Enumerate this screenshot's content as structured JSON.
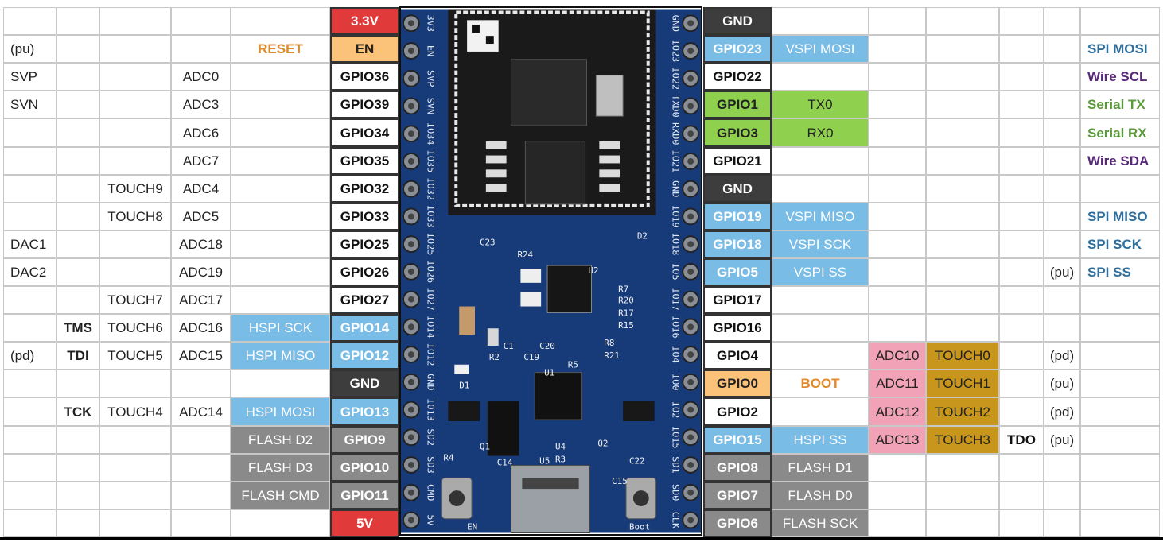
{
  "colors": {
    "pink_adc": "#f2a2b6",
    "touch_orange": "#c8961c",
    "blue_spi": "#79bce6",
    "gray_flash": "#8a8a8a",
    "gnd_dark": "#3d3d3d",
    "red_power": "#e03a3a",
    "en_orange": "#fbc27a",
    "green_uart": "#8fd14f",
    "reset_boot_text": "#e08a2a",
    "spi_text": "#2f6f9e",
    "wire_text": "#5a2a7a",
    "serial_text": "#5a9a3a",
    "board_blue": "#173a78"
  },
  "board": {
    "component_labels": [
      "D2",
      "R24",
      "U2",
      "R7",
      "R20",
      "R17",
      "R15",
      "R8",
      "R21",
      "C1",
      "C19",
      "C20",
      "C23",
      "D1",
      "R2",
      "R5",
      "U1",
      "Q1",
      "Q2",
      "C14",
      "R4",
      "C15",
      "R3",
      "U5",
      "U4",
      "C22"
    ],
    "left_silk": [
      "3V3",
      "EN",
      "SVP",
      "SVN",
      "IO34",
      "IO35",
      "IO32",
      "IO33",
      "IO25",
      "IO26",
      "IO27",
      "IO14",
      "IO12",
      "GND",
      "IO13",
      "SD2",
      "SD3",
      "CMD",
      "5V"
    ],
    "right_silk": [
      "GND",
      "IO23",
      "IO22",
      "TXD0",
      "RXD0",
      "IO21",
      "GND",
      "IO19",
      "IO18",
      "IO5",
      "IO17",
      "IO16",
      "IO4",
      "IO0",
      "IO2",
      "IO15",
      "SD1",
      "SD0",
      "CLK"
    ],
    "bottom_silk": [
      "EN",
      "Boot"
    ]
  },
  "left": [
    {
      "c0": "",
      "c1": "",
      "c2": "",
      "c3": "",
      "c4": "",
      "pin": "3.3V",
      "pin_style": "power"
    },
    {
      "c0": "(pu)",
      "c1": "",
      "c2": "",
      "c3": "",
      "c4": "RESET",
      "c4_style": "reset",
      "pin": "EN",
      "pin_style": "en"
    },
    {
      "c0": "SVP",
      "c1": "",
      "c2": "",
      "c3": "ADC0",
      "c4": "",
      "pin": "GPIO36"
    },
    {
      "c0": "SVN",
      "c1": "",
      "c2": "",
      "c3": "ADC3",
      "c4": "",
      "pin": "GPIO39"
    },
    {
      "c0": "",
      "c1": "",
      "c2": "",
      "c3": "ADC6",
      "c4": "",
      "pin": "GPIO34"
    },
    {
      "c0": "",
      "c1": "",
      "c2": "",
      "c3": "ADC7",
      "c4": "",
      "pin": "GPIO35"
    },
    {
      "c0": "",
      "c1": "",
      "c2": "TOUCH9",
      "c3": "ADC4",
      "c4": "",
      "pin": "GPIO32"
    },
    {
      "c0": "",
      "c1": "",
      "c2": "TOUCH8",
      "c3": "ADC5",
      "c4": "",
      "pin": "GPIO33"
    },
    {
      "c0": "DAC1",
      "c1": "",
      "c2": "",
      "c3": "ADC18",
      "c4": "",
      "pin": "GPIO25"
    },
    {
      "c0": "DAC2",
      "c1": "",
      "c2": "",
      "c3": "ADC19",
      "c4": "",
      "pin": "GPIO26"
    },
    {
      "c0": "",
      "c1": "",
      "c2": "TOUCH7",
      "c3": "ADC17",
      "c4": "",
      "pin": "GPIO27"
    },
    {
      "c0": "",
      "c1": "TMS",
      "c2": "TOUCH6",
      "c3": "ADC16",
      "c4": "HSPI SCK",
      "c4_style": "spi",
      "pin": "GPIO14",
      "pin_style": "spi"
    },
    {
      "c0": "(pd)",
      "c1": "TDI",
      "c2": "TOUCH5",
      "c3": "ADC15",
      "c4": "HSPI MISO",
      "c4_style": "spi",
      "pin": "GPIO12",
      "pin_style": "spi"
    },
    {
      "c0": "",
      "c1": "",
      "c2": "",
      "c3": "",
      "c4": "",
      "pin": "GND",
      "pin_style": "gnd"
    },
    {
      "c0": "",
      "c1": "TCK",
      "c2": "TOUCH4",
      "c3": "ADC14",
      "c4": "HSPI MOSI",
      "c4_style": "spi",
      "pin": "GPIO13",
      "pin_style": "spi"
    },
    {
      "c0": "",
      "c1": "",
      "c2": "",
      "c3": "",
      "c4": "FLASH D2",
      "c4_style": "flash",
      "pin": "GPIO9",
      "pin_style": "flash"
    },
    {
      "c0": "",
      "c1": "",
      "c2": "",
      "c3": "",
      "c4": "FLASH D3",
      "c4_style": "flash",
      "pin": "GPIO10",
      "pin_style": "flash"
    },
    {
      "c0": "",
      "c1": "",
      "c2": "",
      "c3": "",
      "c4": "FLASH CMD",
      "c4_style": "flash",
      "pin": "GPIO11",
      "pin_style": "flash"
    },
    {
      "c0": "",
      "c1": "",
      "c2": "",
      "c3": "",
      "c4": "",
      "pin": "5V",
      "pin_style": "power"
    }
  ],
  "right": [
    {
      "pin": "GND",
      "pin_style": "gnd",
      "f1": "",
      "f2": "",
      "f3": "",
      "f4": "",
      "f5": "",
      "f6": ""
    },
    {
      "pin": "GPIO23",
      "pin_style": "spi",
      "f1": "VSPI MOSI",
      "f1_style": "spi",
      "f2": "",
      "f3": "",
      "f4": "",
      "f5": "",
      "f6": "SPI MOSI",
      "f6_style": "spi_text"
    },
    {
      "pin": "GPIO22",
      "f1": "",
      "f2": "",
      "f3": "",
      "f4": "",
      "f5": "",
      "f6": "Wire SCL",
      "f6_style": "wire_text"
    },
    {
      "pin": "GPIO1",
      "pin_style": "uart",
      "f1": "TX0",
      "f1_style": "uart",
      "f2": "",
      "f3": "",
      "f4": "",
      "f5": "",
      "f6": "Serial TX",
      "f6_style": "serial_text"
    },
    {
      "pin": "GPIO3",
      "pin_style": "uart",
      "f1": "RX0",
      "f1_style": "uart",
      "f2": "",
      "f3": "",
      "f4": "",
      "f5": "",
      "f6": "Serial RX",
      "f6_style": "serial_text"
    },
    {
      "pin": "GPIO21",
      "f1": "",
      "f2": "",
      "f3": "",
      "f4": "",
      "f5": "",
      "f6": "Wire SDA",
      "f6_style": "wire_text"
    },
    {
      "pin": "GND",
      "pin_style": "gnd",
      "f1": "",
      "f2": "",
      "f3": "",
      "f4": "",
      "f5": "",
      "f6": ""
    },
    {
      "pin": "GPIO19",
      "pin_style": "spi",
      "f1": "VSPI MISO",
      "f1_style": "spi",
      "f2": "",
      "f3": "",
      "f4": "",
      "f5": "",
      "f6": "SPI MISO",
      "f6_style": "spi_text"
    },
    {
      "pin": "GPIO18",
      "pin_style": "spi",
      "f1": "VSPI SCK",
      "f1_style": "spi",
      "f2": "",
      "f3": "",
      "f4": "",
      "f5": "",
      "f6": "SPI SCK",
      "f6_style": "spi_text"
    },
    {
      "pin": "GPIO5",
      "pin_style": "spi",
      "f1": "VSPI SS",
      "f1_style": "spi",
      "f2": "",
      "f3": "",
      "f4": "",
      "f5": "(pu)",
      "f6": "SPI SS",
      "f6_style": "spi_text"
    },
    {
      "pin": "GPIO17",
      "f1": "",
      "f2": "",
      "f3": "",
      "f4": "",
      "f5": "",
      "f6": ""
    },
    {
      "pin": "GPIO16",
      "f1": "",
      "f2": "",
      "f3": "",
      "f4": "",
      "f5": "",
      "f6": ""
    },
    {
      "pin": "GPIO4",
      "f1": "",
      "f2": "ADC10",
      "f2_style": "adc",
      "f3": "TOUCH0",
      "f3_style": "touch",
      "f4": "",
      "f5": "(pd)",
      "f6": ""
    },
    {
      "pin": "GPIO0",
      "pin_style": "en",
      "f1": "BOOT",
      "f1_style": "reset",
      "f2": "ADC11",
      "f2_style": "adc",
      "f3": "TOUCH1",
      "f3_style": "touch",
      "f4": "",
      "f5": "(pu)",
      "f6": ""
    },
    {
      "pin": "GPIO2",
      "f1": "",
      "f2": "ADC12",
      "f2_style": "adc",
      "f3": "TOUCH2",
      "f3_style": "touch",
      "f4": "",
      "f5": "(pd)",
      "f6": ""
    },
    {
      "pin": "GPIO15",
      "pin_style": "spi",
      "f1": "HSPI SS",
      "f1_style": "spi",
      "f2": "ADC13",
      "f2_style": "adc",
      "f3": "TOUCH3",
      "f3_style": "touch",
      "f4": "TDO",
      "f4_style": "bold",
      "f5": "(pu)",
      "f6": ""
    },
    {
      "pin": "GPIO8",
      "pin_style": "flash",
      "f1": "FLASH D1",
      "f1_style": "flash",
      "f2": "",
      "f3": "",
      "f4": "",
      "f5": "",
      "f6": ""
    },
    {
      "pin": "GPIO7",
      "pin_style": "flash",
      "f1": "FLASH D0",
      "f1_style": "flash",
      "f2": "",
      "f3": "",
      "f4": "",
      "f5": "",
      "f6": ""
    },
    {
      "pin": "GPIO6",
      "pin_style": "flash",
      "f1": "FLASH SCK",
      "f1_style": "flash",
      "f2": "",
      "f3": "",
      "f4": "",
      "f5": "",
      "f6": ""
    }
  ]
}
